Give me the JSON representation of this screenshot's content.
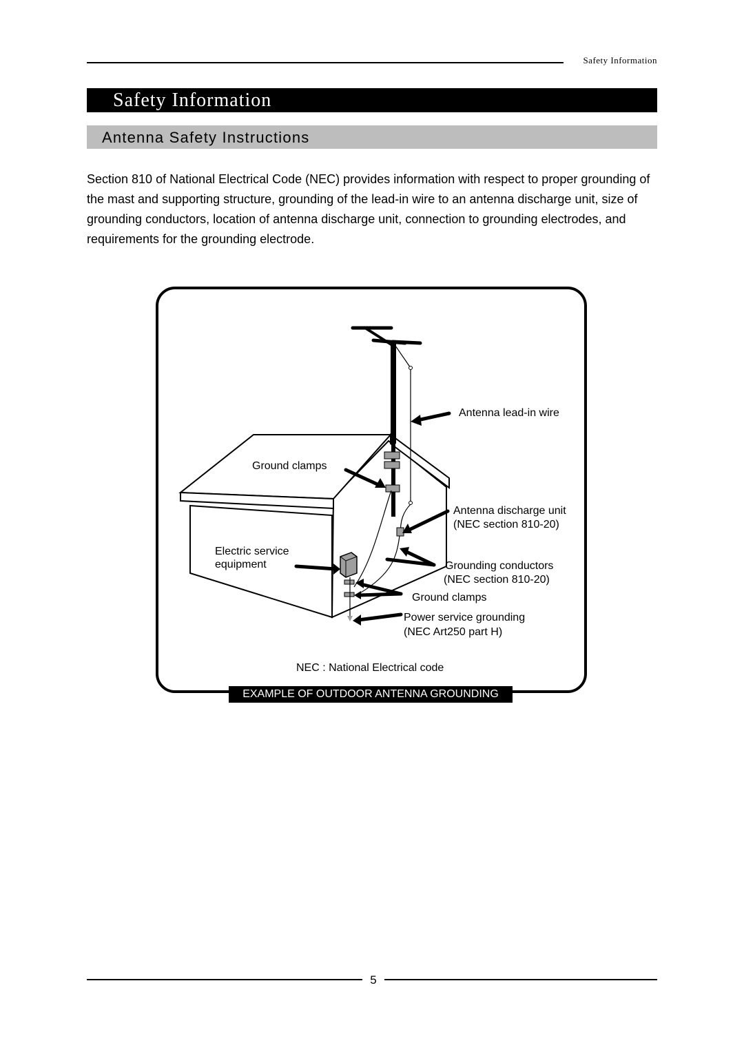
{
  "header": {
    "running_title": "Safety Information"
  },
  "section": {
    "title": "Safety Information",
    "subtitle": "Antenna Safety Instructions",
    "paragraph": "Section 810 of National Electrical Code (NEC) provides information with respect to proper grounding of the mast and supporting structure, grounding of the lead-in wire to an antenna discharge unit, size of grounding conductors, location of antenna discharge unit, connection to grounding electrodes, and requirements for the grounding electrode."
  },
  "diagram": {
    "labels": {
      "lead_in_wire": "Antenna lead-in wire",
      "ground_clamps_top": "Ground clamps",
      "discharge_unit": "Antenna discharge unit",
      "discharge_unit_ref": "(NEC section 810-20)",
      "electric_service_1": "Electric service",
      "electric_service_2": "equipment",
      "grounding_conductors": "Grounding conductors",
      "grounding_conductors_ref": "(NEC section 810-20)",
      "ground_clamps_bottom": "Ground clamps",
      "power_service_grounding": "Power service grounding",
      "power_service_ref": "(NEC Art250 part H)",
      "nec_note": "NEC : National Electrical code"
    },
    "caption": "EXAMPLE OF OUTDOOR ANTENNA GROUNDING"
  },
  "footer": {
    "page_number": "5"
  }
}
